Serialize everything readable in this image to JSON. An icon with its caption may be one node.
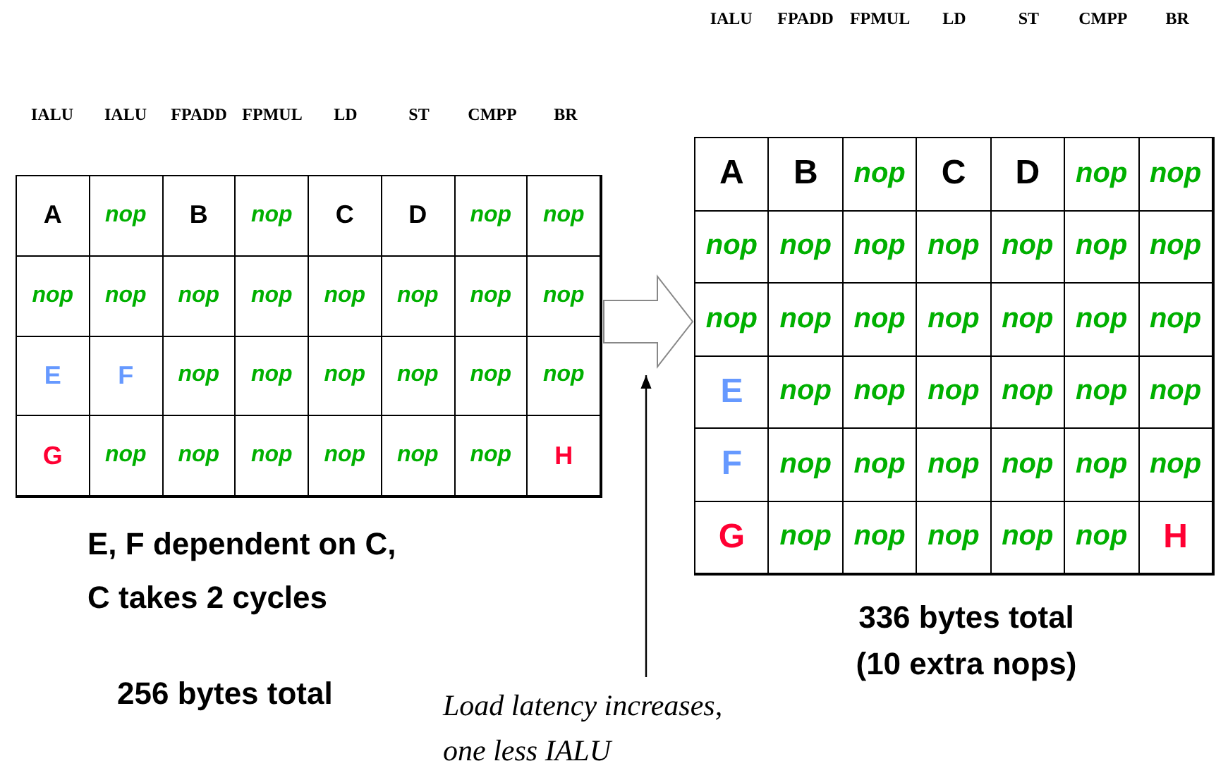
{
  "diagram": {
    "nodes": [
      {
        "text": [],
        "shape": "box"
      },
      {
        "text": [],
        "shape": "box"
      },
      {
        "text": [
          "Load latency increases, one less IALU"
        ]
      }
    ],
    "edges": [
      {
        "from": 0,
        "to": 1,
        "arrow": "to"
      },
      {
        "from": 2,
        "to": null,
        "arrow": "to"
      }
    ],
    "labels": [
      "IALU",
      "IALU",
      "FPADD",
      "FPMUL",
      "LD",
      "ST",
      "CMPP",
      "BR",
      "A",
      "nop",
      "B",
      "nop",
      "C",
      "D",
      "nop",
      "nop",
      "nop",
      "nop",
      "nop",
      "nop",
      "nop",
      "nop",
      "nop",
      "nop",
      "E",
      "F",
      "nop",
      "nop",
      "nop",
      "nop",
      "nop",
      "nop",
      "G",
      "nop",
      "nop",
      "nop",
      "nop",
      "nop",
      "nop",
      "H",
      "IALU",
      "FPADD",
      "FPMUL",
      "LD",
      "ST",
      "CMPP",
      "BR",
      "A",
      "B",
      "nop",
      "C",
      "D",
      "nop",
      "nop",
      "nop",
      "nop",
      "nop",
      "nop",
      "nop",
      "nop",
      "nop",
      "nop",
      "nop",
      "nop",
      "nop",
      "nop",
      "nop",
      "nop",
      "E",
      "nop",
      "nop",
      "nop",
      "nop",
      "nop",
      "nop",
      "F",
      "nop",
      "nop",
      "nop",
      "nop",
      "nop",
      "nop",
      "G",
      "nop",
      "nop",
      "nop",
      "nop",
      "nop",
      "H",
      "E, F dependent on C, C takes 2 cycles",
      "256 bytes total",
      "336 bytes total (10 extra nops)"
    ]
  }
}
